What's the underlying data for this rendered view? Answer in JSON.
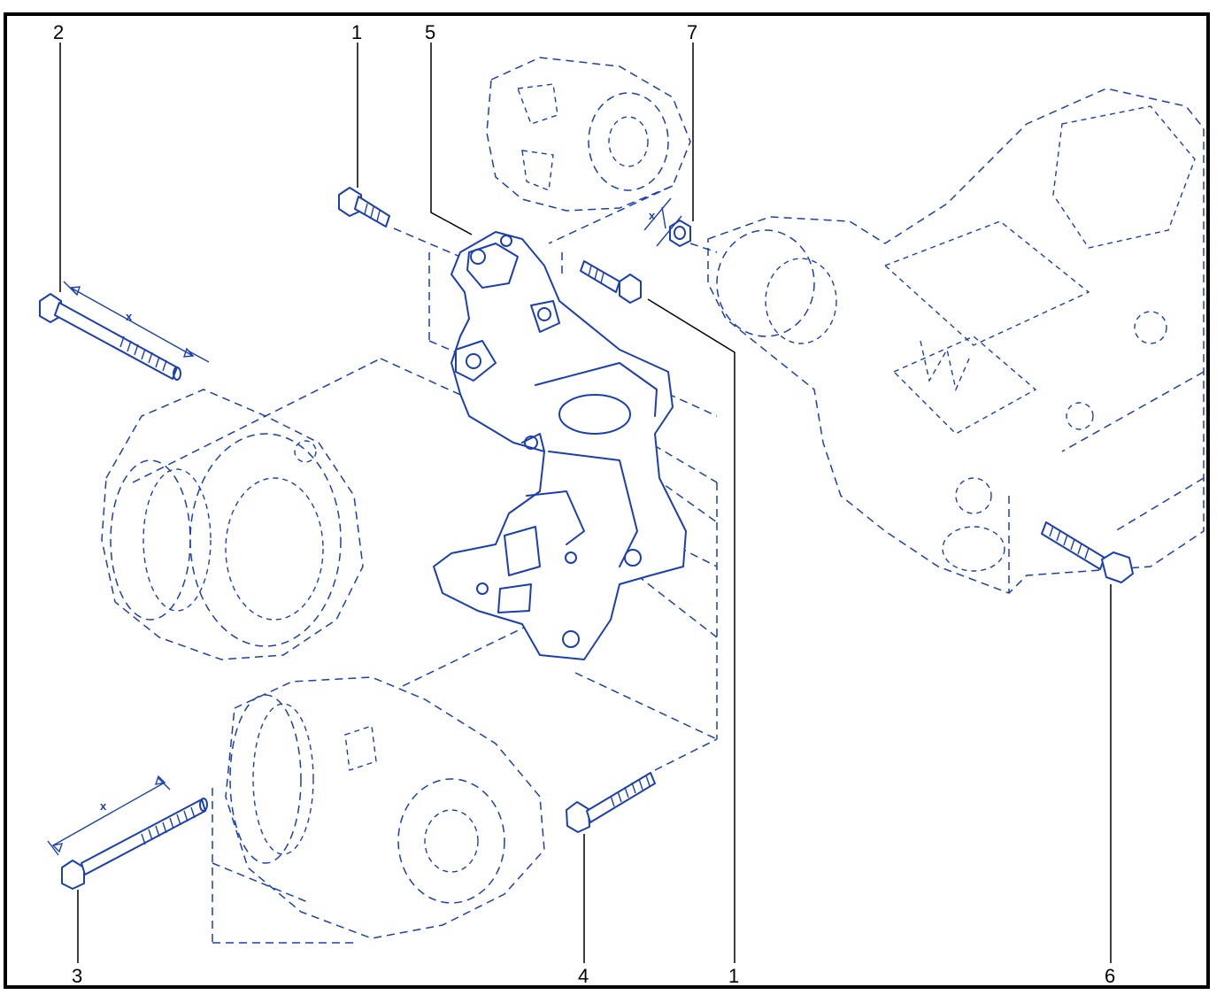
{
  "colors": {
    "ink": "#1a3fb5",
    "frame": "#000000",
    "callout": "#000000",
    "background": "#ffffff"
  },
  "callouts": [
    "2",
    "1",
    "5",
    "7",
    "3",
    "4",
    "1",
    "6"
  ],
  "dimension_label": "x"
}
